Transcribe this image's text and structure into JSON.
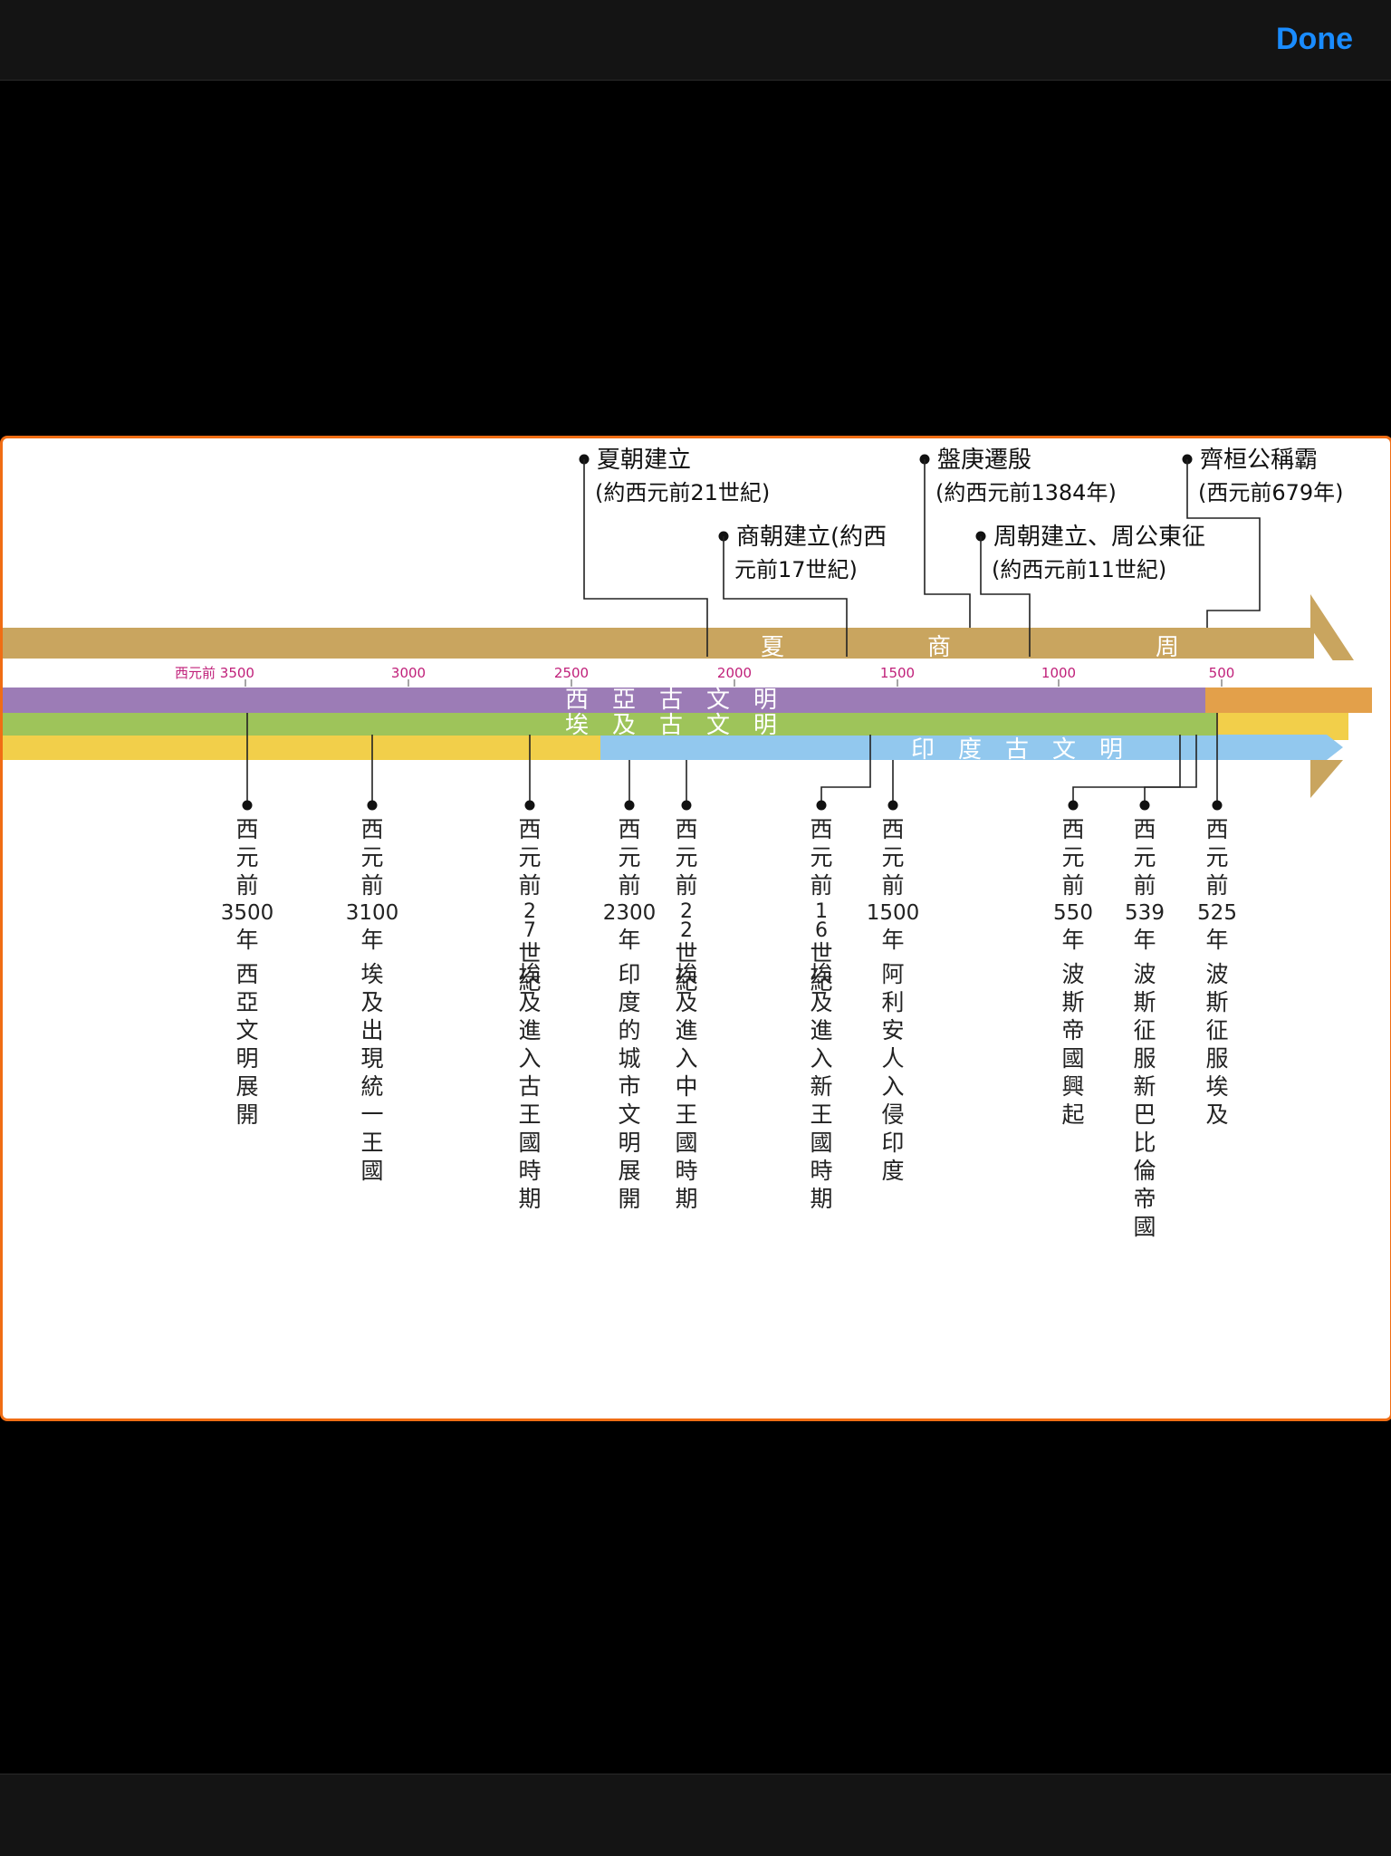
{
  "toolbar": {
    "done_label": "Done"
  },
  "colors": {
    "frame_border": "#f06d14",
    "china_band": "#c9a55f",
    "west_asia_band": "#9c7cb6",
    "egypt_band": "#9ec45a",
    "india_band": "#92c8ee",
    "yellow_band": "#f2cf4a",
    "persia_band": "#e3a04a",
    "tick_label": "#c0207a"
  },
  "timeline": {
    "axis_prefix": "西元前",
    "ticks": [
      "3500",
      "3000",
      "2500",
      "2000",
      "1500",
      "1000",
      "500"
    ],
    "dynasties": [
      {
        "label": "夏"
      },
      {
        "label": "商"
      },
      {
        "label": "周"
      }
    ],
    "bands": {
      "west_asia": "西　亞　古　文　明",
      "egypt": "埃　及　古　文　明",
      "india": "印　度　古　文　明"
    },
    "top_events": [
      {
        "line1": "夏朝建立",
        "line2": "(約西元前21世紀)"
      },
      {
        "line1": "商朝建立(約西",
        "line2": "元前17世紀)"
      },
      {
        "line1": "盤庚遷殷",
        "line2": "(約西元前1384年)"
      },
      {
        "line1": "周朝建立、周公東征",
        "line2": "(約西元前11世紀)"
      },
      {
        "line1": "齊桓公稱霸",
        "line2": "(西元前679年)"
      }
    ],
    "bottom_events": [
      {
        "prefix": "西元前",
        "value": "3500",
        "unit": "年",
        "desc": "西亞文明展開"
      },
      {
        "prefix": "西元前",
        "value": "3100",
        "unit": "年",
        "desc": "埃及出現統一王國"
      },
      {
        "prefix": "西元前",
        "value": "27",
        "unit": "世紀",
        "desc": "埃及進入古王國時期"
      },
      {
        "prefix": "西元前",
        "value": "2300",
        "unit": "年",
        "desc": "印度的城市文明展開"
      },
      {
        "prefix": "西元前",
        "value": "22",
        "unit": "世紀",
        "desc": "埃及進入中王國時期"
      },
      {
        "prefix": "西元前",
        "value": "16",
        "unit": "世紀",
        "desc": "埃及進入新王國時期"
      },
      {
        "prefix": "西元前",
        "value": "1500",
        "unit": "年",
        "desc": "阿利安人入侵印度"
      },
      {
        "prefix": "西元前",
        "value": "550",
        "unit": "年",
        "desc": "波斯帝國興起"
      },
      {
        "prefix": "西元前",
        "value": "539",
        "unit": "年",
        "desc": "波斯征服新巴比倫帝國"
      },
      {
        "prefix": "西元前",
        "value": "525",
        "unit": "年",
        "desc": "波斯征服埃及"
      }
    ]
  }
}
